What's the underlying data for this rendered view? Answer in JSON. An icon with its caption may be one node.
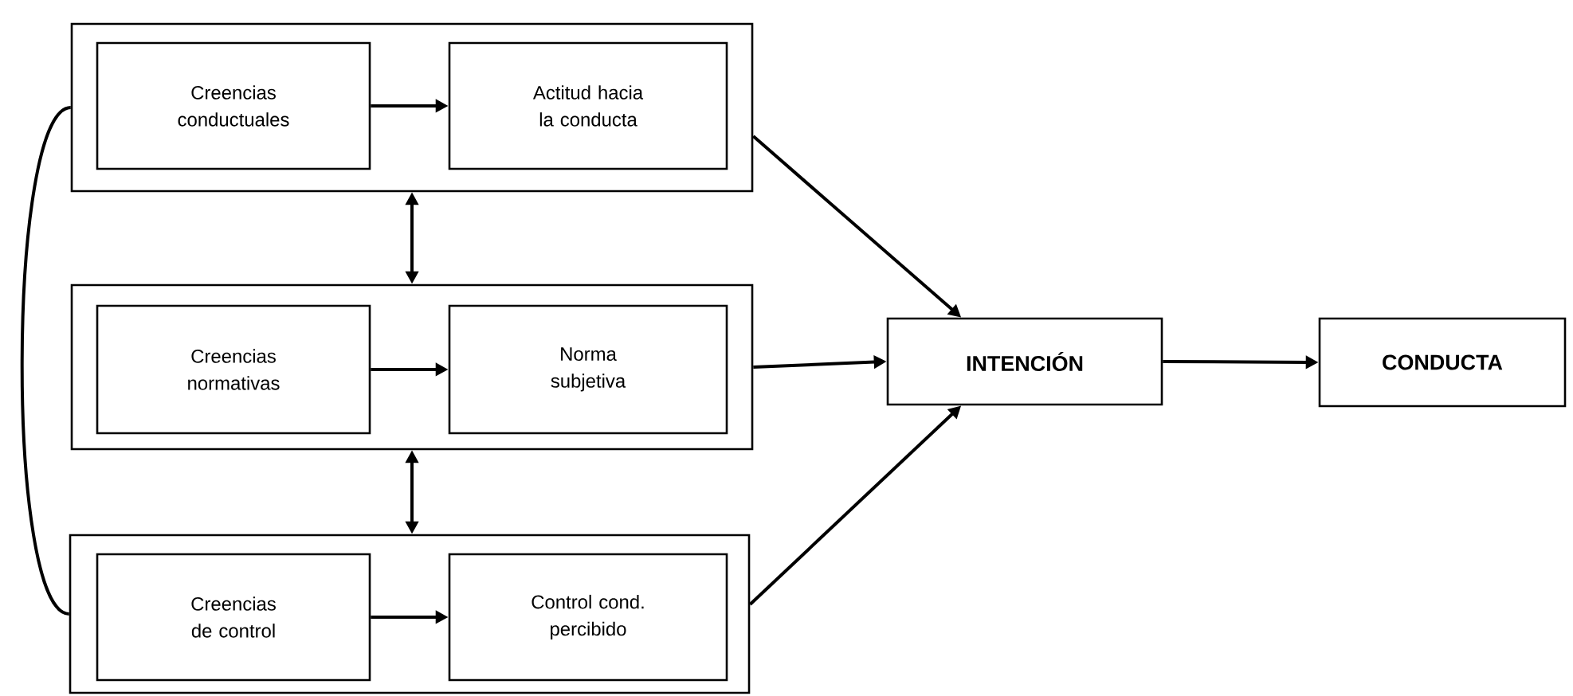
{
  "diagram": {
    "nodes": [
      {
        "text": [],
        "shape": "box"
      },
      {
        "text": [
          "Creencias conductuales"
        ],
        "in": 0
      },
      {
        "text": [
          "Actitud hacia la conducta"
        ],
        "in": 0
      },
      {
        "text": [],
        "shape": "box"
      },
      {
        "text": [
          "Creencias normativas"
        ],
        "in": 3
      },
      {
        "text": [
          "Norma subjetiva"
        ],
        "in": 3
      },
      {
        "text": [],
        "shape": "box"
      },
      {
        "text": [
          "Creencias de control"
        ],
        "in": 6
      },
      {
        "text": [
          "Control cond. percibido"
        ],
        "in": 6
      },
      {
        "text": [
          "INTENCIÓN"
        ]
      },
      {
        "text": [
          "CONDUCTA"
        ]
      }
    ],
    "edges": [
      {
        "from": 1,
        "to": 2,
        "arrow": "to"
      },
      {
        "from": 4,
        "to": 5,
        "arrow": "to"
      },
      {
        "from": 7,
        "to": 8,
        "arrow": "to"
      },
      {
        "from": 0,
        "to": 3,
        "arrow": "both"
      },
      {
        "from": 3,
        "to": 6,
        "arrow": "both"
      },
      {
        "from": 0,
        "to": 9,
        "arrow": "to"
      },
      {
        "from": 3,
        "to": 9,
        "arrow": "to"
      },
      {
        "from": 6,
        "to": 9,
        "arrow": "to"
      },
      {
        "from": 9,
        "to": 10,
        "arrow": "to"
      },
      {
        "from": 0,
        "to": 6,
        "arrow": "none"
      }
    ]
  }
}
